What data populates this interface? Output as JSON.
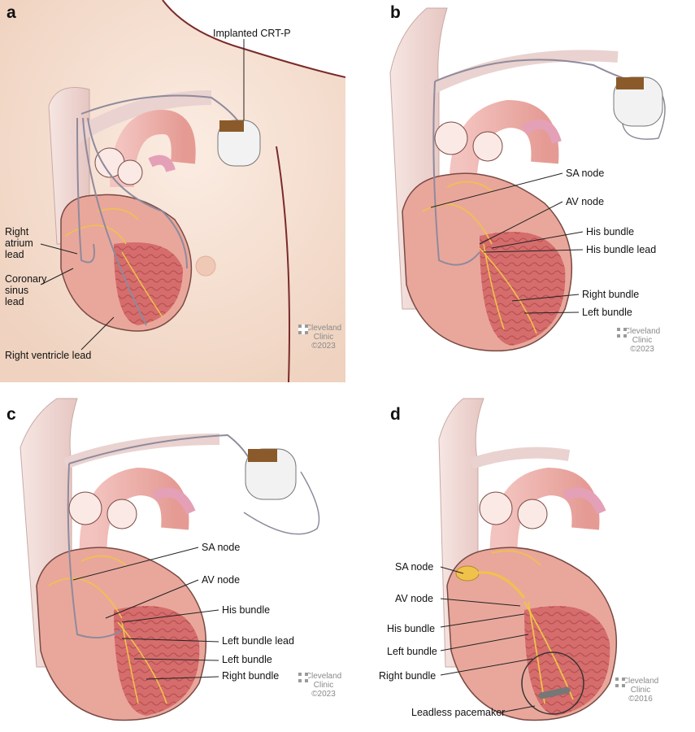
{
  "panels": [
    {
      "id": "a",
      "letter": "a",
      "labels": {
        "crtp": "Implanted CRT-P",
        "ra_lead": "Right atrium lead",
        "cs_lead": "Coronary sinus lead",
        "rv_lead": "Right ventricle lead"
      },
      "credit": {
        "line1": "Cleveland",
        "line2": "Clinic",
        "line3": "©2023"
      }
    },
    {
      "id": "b",
      "letter": "b",
      "labels": {
        "sa": "SA node",
        "av": "AV node",
        "his": "His bundle",
        "his_lead": "His bundle lead",
        "rb": "Right bundle",
        "lb": "Left bundle"
      },
      "credit": {
        "line1": "Cleveland",
        "line2": "Clinic",
        "line3": "©2023"
      }
    },
    {
      "id": "c",
      "letter": "c",
      "labels": {
        "sa": "SA node",
        "av": "AV node",
        "his": "His bundle",
        "lb_lead": "Left bundle lead",
        "lb": "Left bundle",
        "rb": "Right bundle"
      },
      "credit": {
        "line1": "Cleveland",
        "line2": "Clinic",
        "line3": "©2023"
      }
    },
    {
      "id": "d",
      "letter": "d",
      "labels": {
        "sa": "SA node",
        "av": "AV node",
        "his": "His bundle",
        "lb": "Left bundle",
        "rb": "Right bundle",
        "leadless": "Leadless pacemaker"
      },
      "credit": {
        "line1": "Cleveland",
        "line2": "Clinic",
        "line3": "©2016"
      }
    }
  ],
  "colors": {
    "skin": "#f3dccd",
    "heart": "#e79a8e",
    "muscle": "#c9565a",
    "vessel": "#f1d9d6",
    "conduction": "#f0c24b",
    "lead": "#8f8a9c",
    "device_cap": "#8b5a2b"
  },
  "icons": {
    "credit_logo": "cleveland-clinic-logo-icon"
  }
}
